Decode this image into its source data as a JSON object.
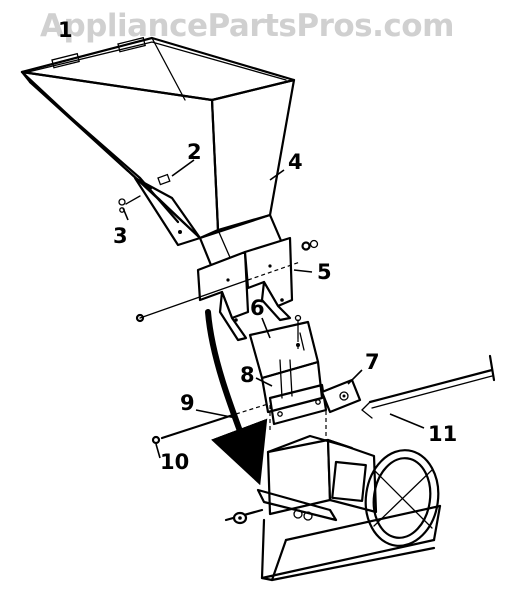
{
  "watermark": "AppliancePartsPros.com",
  "callouts": [
    {
      "id": "1",
      "text": "1"
    },
    {
      "id": "2",
      "text": "2"
    },
    {
      "id": "3",
      "text": "3"
    },
    {
      "id": "4",
      "text": "4"
    },
    {
      "id": "5",
      "text": "5"
    },
    {
      "id": "6",
      "text": "6"
    },
    {
      "id": "7",
      "text": "7"
    },
    {
      "id": "8",
      "text": "8"
    },
    {
      "id": "9",
      "text": "9"
    },
    {
      "id": "10",
      "text": "10"
    },
    {
      "id": "11",
      "text": "11"
    }
  ],
  "colors": {
    "ink": "#000000",
    "watermark": "#d0d0d0",
    "background": "#ffffff"
  }
}
